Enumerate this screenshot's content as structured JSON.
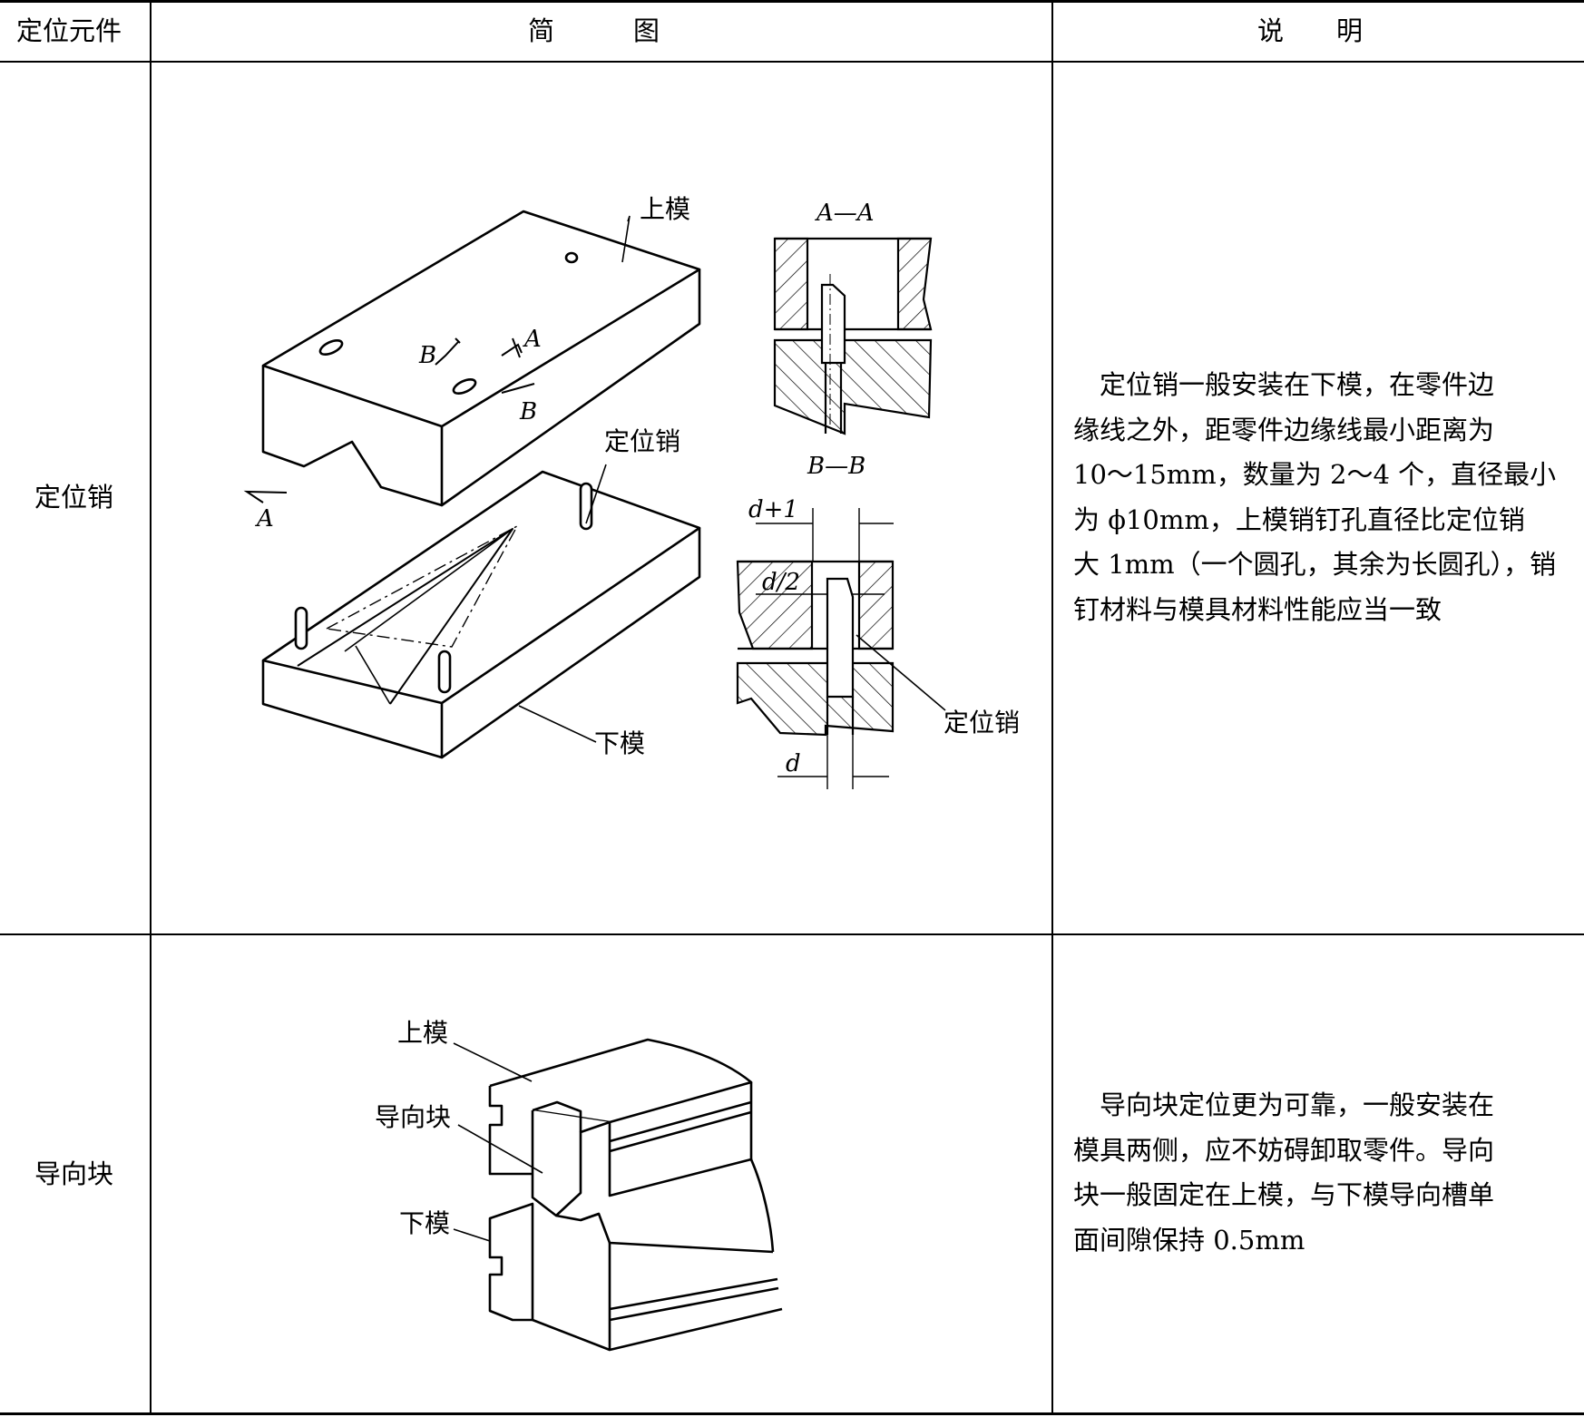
{
  "header": {
    "col1": "定位元件",
    "col2": "简　　　图",
    "col3": "说　　明"
  },
  "rows": [
    {
      "element": "定位销",
      "figure_labels": {
        "upper_die": "上模",
        "lower_die": "下模",
        "locating_pin": "定位销",
        "locating_pin_2": "定位销",
        "section_aa": "A—A",
        "section_bb": "B—B",
        "mark_a1": "A",
        "mark_a2": "A",
        "mark_b1": "B",
        "mark_b2": "B",
        "dim_d_plus_1": "d+1",
        "dim_d_half": "d/2",
        "dim_d": "d"
      },
      "description_lines": [
        "　定位销一般安装在下模，在零件边",
        "缘线之外，距零件边缘线最小距离为",
        "10～15mm，数量为 2～4 个，直径最小",
        "为 ϕ10mm，上模销钉孔直径比定位销",
        "大 1mm（一个圆孔，其余为长圆孔），销",
        "钉材料与模具材料性能应当一致"
      ]
    },
    {
      "element": "导向块",
      "figure_labels": {
        "upper_die": "上模",
        "guide_block": "导向块",
        "lower_die": "下模"
      },
      "description_lines": [
        "　导向块定位更为可靠，一般安装在",
        "模具两侧，应不妨碍卸取零件。导向",
        "块一般固定在上模，与下模导向槽单",
        "面间隙保持 0.5mm"
      ]
    }
  ]
}
